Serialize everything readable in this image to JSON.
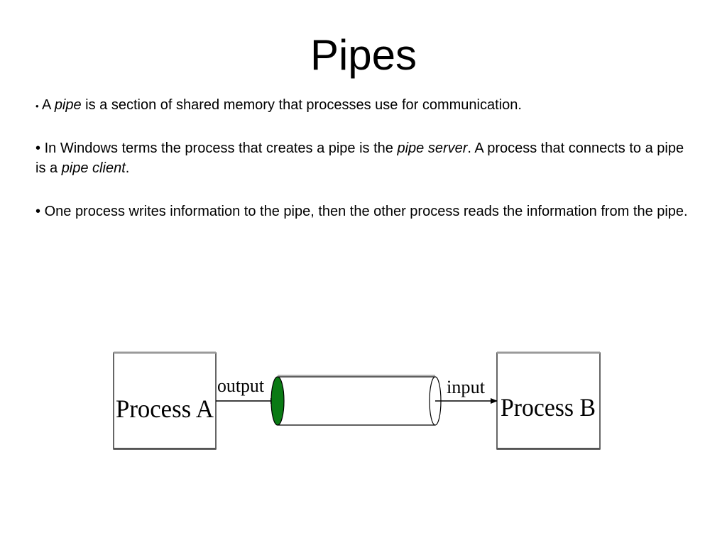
{
  "slide": {
    "title": "Pipes",
    "bullets": [
      {
        "marker": "•",
        "parts": [
          "A ",
          "pipe",
          " is a section of shared memory that processes use for communication."
        ]
      },
      {
        "marker": "•",
        "parts": [
          "In Windows terms the process that creates a pipe is the ",
          "pipe server",
          ". A process that connects to a pipe is a ",
          "pipe client",
          "."
        ]
      },
      {
        "marker": "•",
        "text": "One process writes information to the pipe, then the other process reads the information from the pipe."
      }
    ]
  },
  "diagram": {
    "process_a_label": "Process A",
    "process_b_label": "Process B",
    "output_label": "output",
    "input_label": "input",
    "colors": {
      "pipe_write_end": "#0a7a14",
      "border": "#000000",
      "frame_top": "#9a9a9a"
    }
  }
}
